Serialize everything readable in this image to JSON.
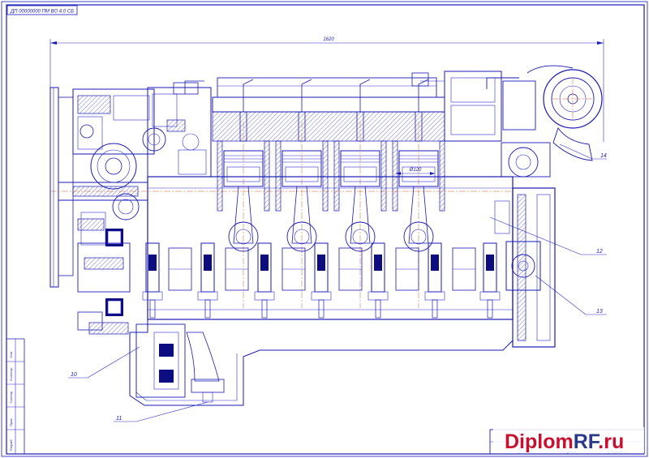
{
  "drawing": {
    "designation": "ДП 00000000 ПМ ВО 4.0 СБ",
    "dimension_overall": "1620",
    "dimension_bore": "Ø120",
    "callouts": [
      "14",
      "12",
      "13",
      "10",
      "11"
    ],
    "sidebar_text": [
      "Разраб.",
      "Пров.",
      "Т.контр.",
      "Н.контр.",
      "Утв."
    ],
    "titleblock_text": [
      "Копировал",
      "Формат А1"
    ]
  },
  "watermark": {
    "part1": "Diplom",
    "part2": "RF",
    "part3": ".ru"
  },
  "colors": {
    "ink": "#1a1ab4",
    "axis": "#d05a2a",
    "watermark_red": "#c8102e",
    "watermark_blue": "#2a3a8a"
  }
}
